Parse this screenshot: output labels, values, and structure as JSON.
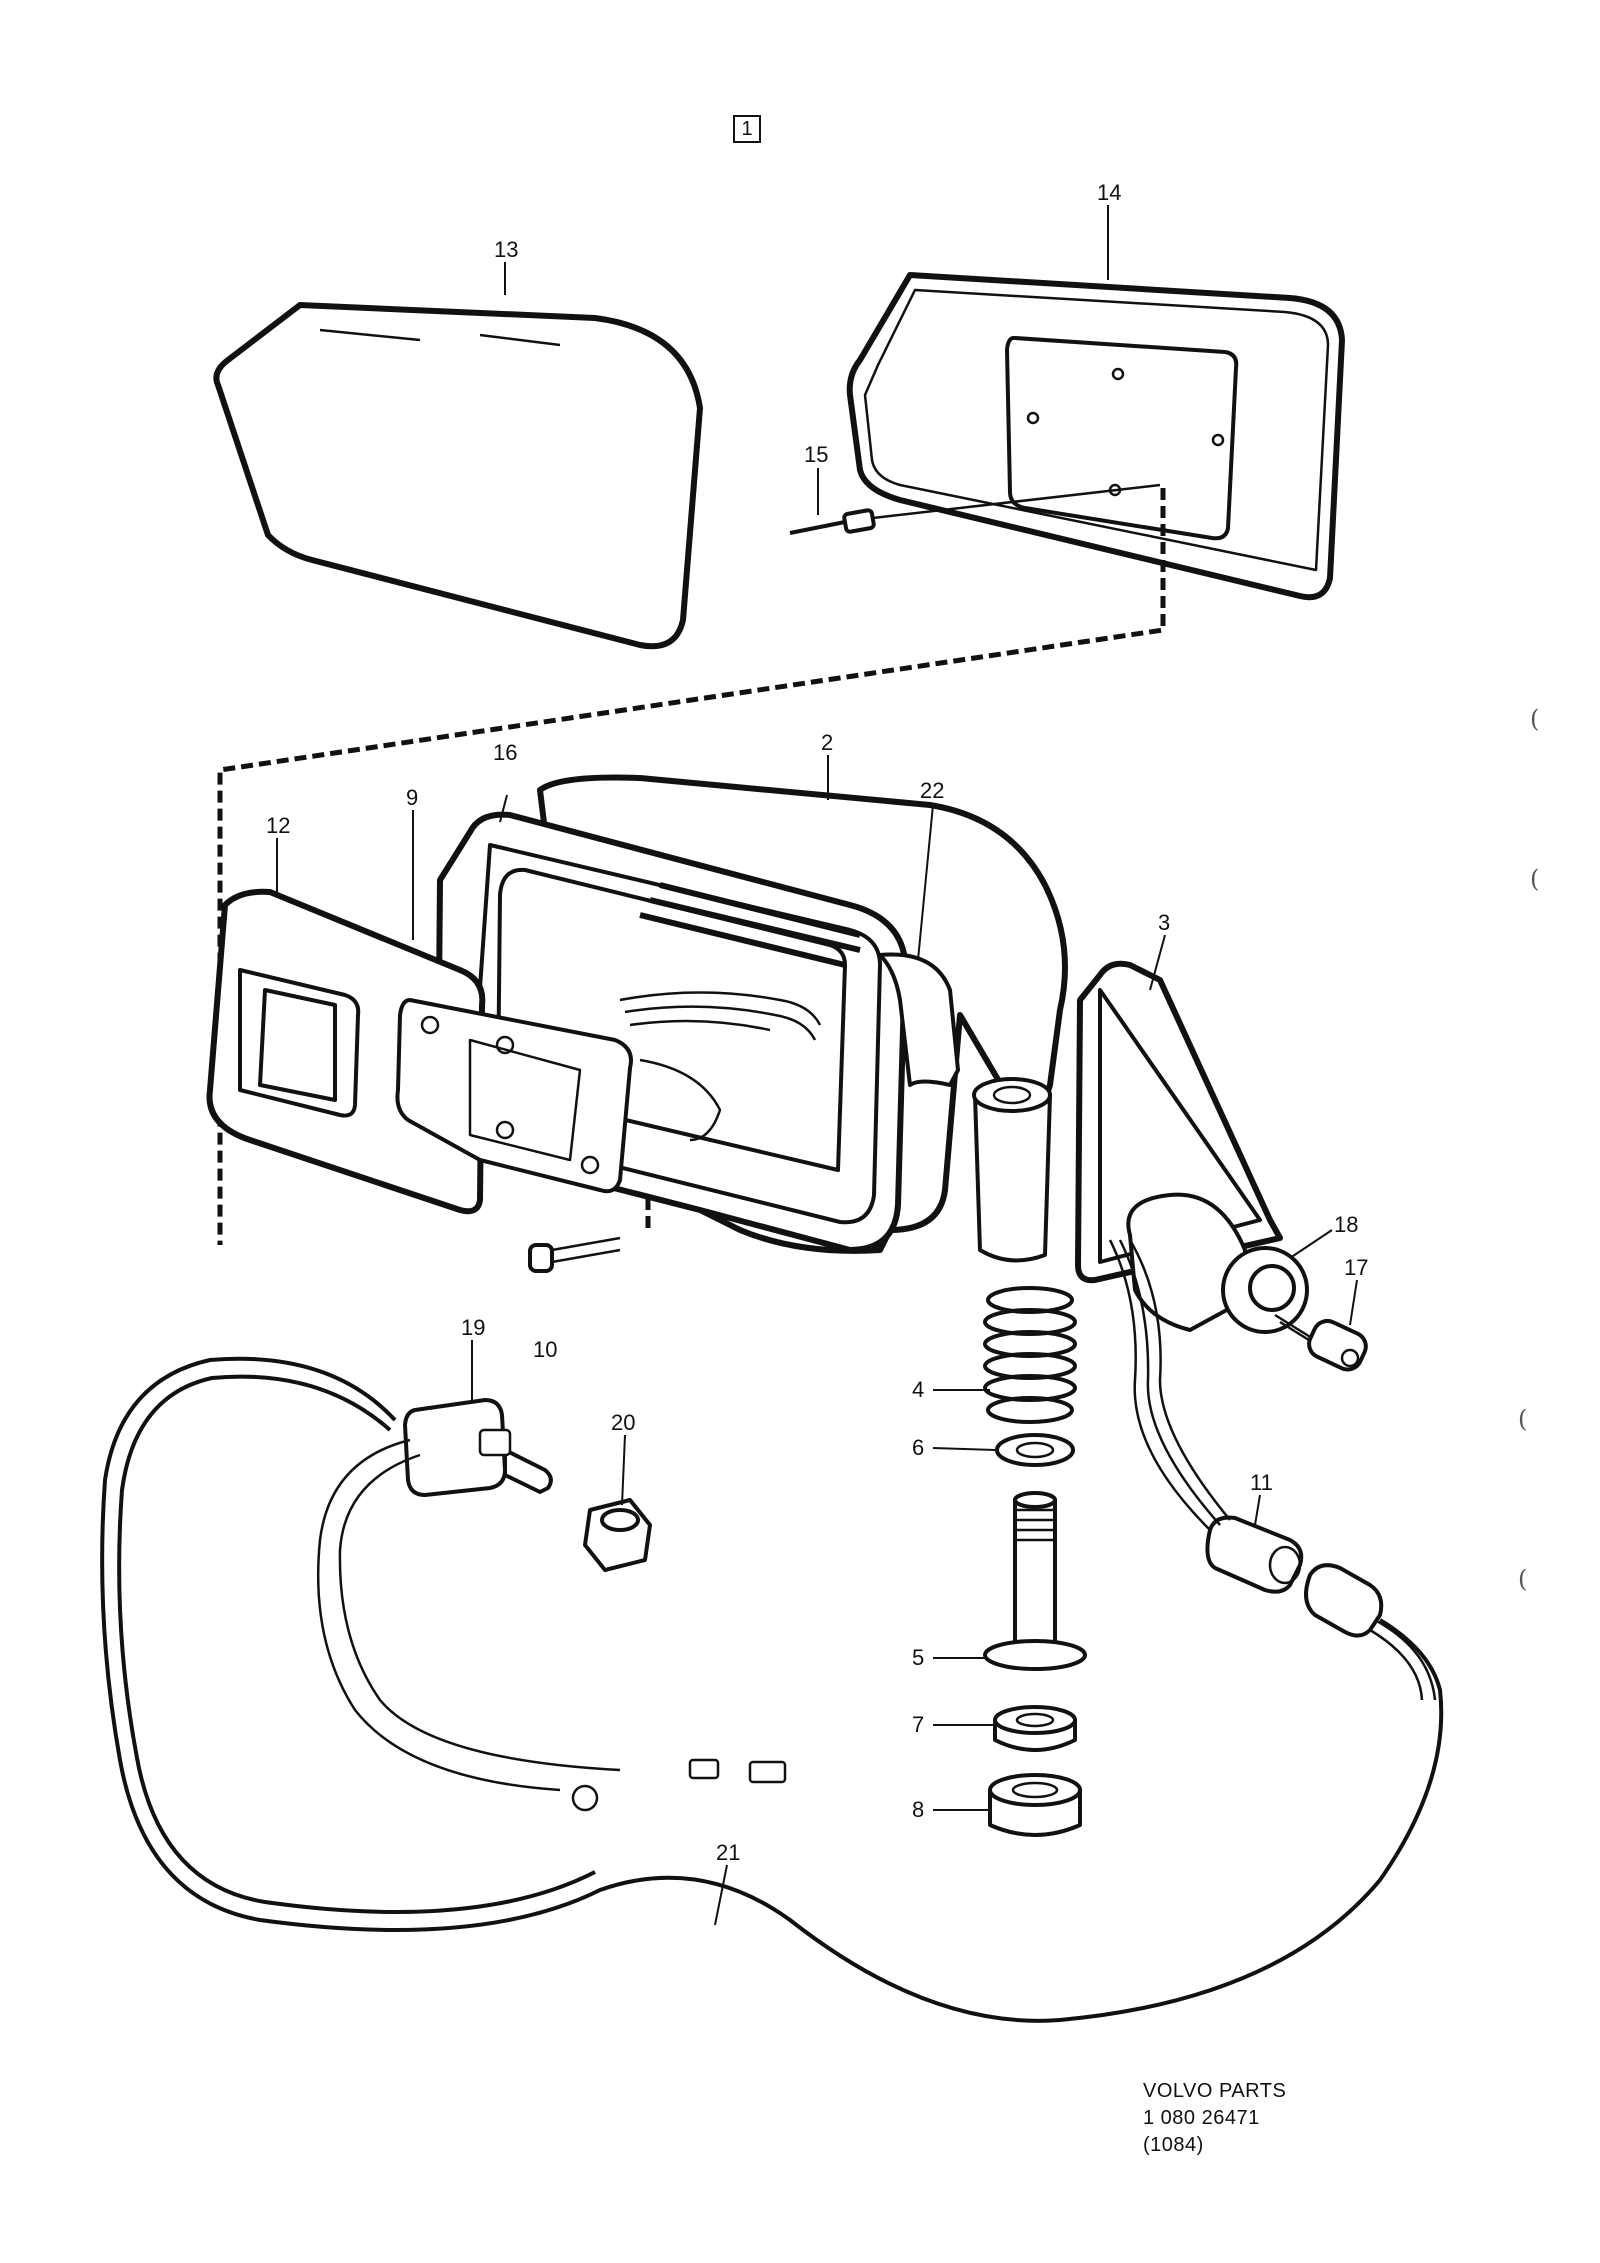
{
  "sheet_number": "1",
  "callouts": [
    "13",
    "14",
    "15",
    "2",
    "16",
    "22",
    "9",
    "12",
    "3",
    "18",
    "17",
    "10",
    "19",
    "20",
    "4",
    "6",
    "11",
    "5",
    "7",
    "8",
    "21"
  ],
  "footer": {
    "line1": "VOLVO PARTS",
    "line2": "1 080 26471",
    "line3": "(1084)"
  },
  "margin_marks": [
    "(",
    "(",
    "(",
    "("
  ]
}
